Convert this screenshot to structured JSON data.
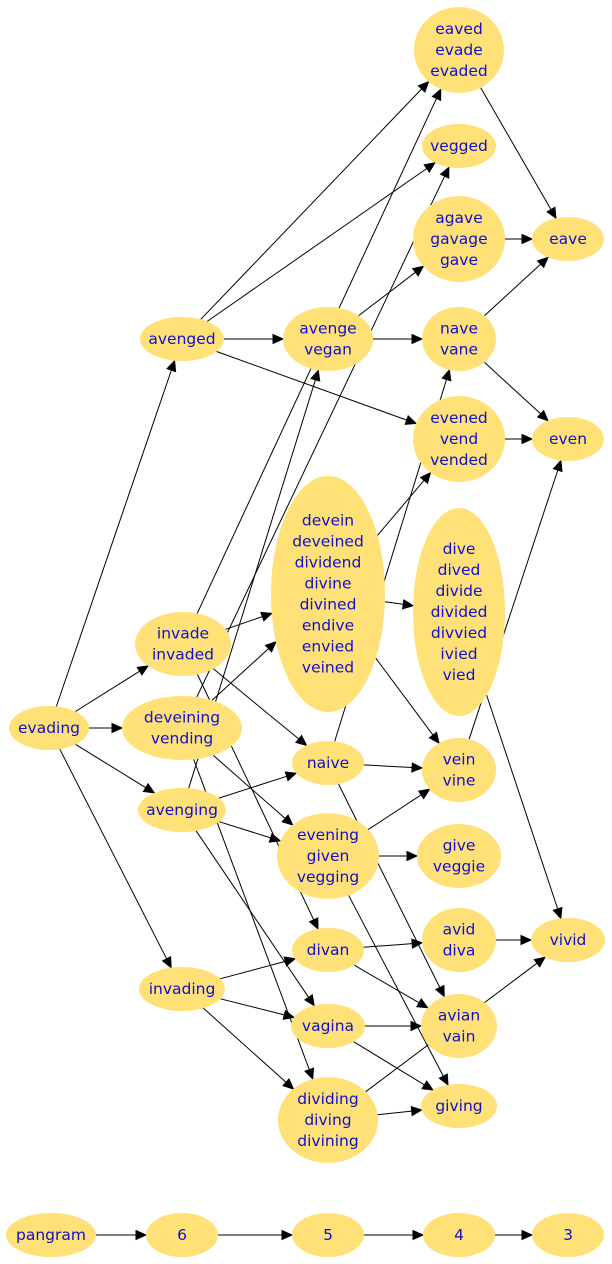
{
  "nodes": [
    {
      "id": "evading",
      "lines": [
        "evading"
      ]
    },
    {
      "id": "avenged",
      "lines": [
        "avenged"
      ]
    },
    {
      "id": "invade",
      "lines": [
        "invade",
        "invaded"
      ]
    },
    {
      "id": "deveining",
      "lines": [
        "deveining",
        "vending"
      ]
    },
    {
      "id": "avenging",
      "lines": [
        "avenging"
      ]
    },
    {
      "id": "invading",
      "lines": [
        "invading"
      ]
    },
    {
      "id": "eaved",
      "lines": [
        "eaved",
        "evade",
        "evaded"
      ]
    },
    {
      "id": "vegged",
      "lines": [
        "vegged"
      ]
    },
    {
      "id": "agave",
      "lines": [
        "agave",
        "gavage",
        "gave"
      ]
    },
    {
      "id": "avenge",
      "lines": [
        "avenge",
        "vegan"
      ]
    },
    {
      "id": "nave",
      "lines": [
        "nave",
        "vane"
      ]
    },
    {
      "id": "evened",
      "lines": [
        "evened",
        "vend",
        "vended"
      ]
    },
    {
      "id": "devein",
      "lines": [
        "devein",
        "deveined",
        "dividend",
        "divine",
        "divined",
        "endive",
        "envied",
        "veined"
      ]
    },
    {
      "id": "dive",
      "lines": [
        "dive",
        "dived",
        "divide",
        "divided",
        "divvied",
        "ivied",
        "vied"
      ]
    },
    {
      "id": "naive",
      "lines": [
        "naive"
      ]
    },
    {
      "id": "vein",
      "lines": [
        "vein",
        "vine"
      ]
    },
    {
      "id": "evening",
      "lines": [
        "evening",
        "given",
        "vegging"
      ]
    },
    {
      "id": "give",
      "lines": [
        "give",
        "veggie"
      ]
    },
    {
      "id": "divan",
      "lines": [
        "divan"
      ]
    },
    {
      "id": "avid",
      "lines": [
        "avid",
        "diva"
      ]
    },
    {
      "id": "vagina",
      "lines": [
        "vagina"
      ]
    },
    {
      "id": "avian",
      "lines": [
        "avian",
        "vain"
      ]
    },
    {
      "id": "dividing",
      "lines": [
        "dividing",
        "diving",
        "divining"
      ]
    },
    {
      "id": "giving",
      "lines": [
        "giving"
      ]
    },
    {
      "id": "eave",
      "lines": [
        "eave"
      ]
    },
    {
      "id": "even",
      "lines": [
        "even"
      ]
    },
    {
      "id": "vivid",
      "lines": [
        "vivid"
      ]
    },
    {
      "id": "pangram",
      "lines": [
        "pangram"
      ]
    },
    {
      "id": "n6",
      "lines": [
        "6"
      ]
    },
    {
      "id": "n5",
      "lines": [
        "5"
      ]
    },
    {
      "id": "n4",
      "lines": [
        "4"
      ]
    },
    {
      "id": "n3",
      "lines": [
        "3"
      ]
    }
  ],
  "edges": [
    [
      "evading",
      "avenged"
    ],
    [
      "evading",
      "invade"
    ],
    [
      "evading",
      "deveining"
    ],
    [
      "evading",
      "avenging"
    ],
    [
      "evading",
      "invading"
    ],
    [
      "avenged",
      "eaved"
    ],
    [
      "avenged",
      "vegged"
    ],
    [
      "avenged",
      "avenge"
    ],
    [
      "avenged",
      "evened"
    ],
    [
      "invade",
      "eaved"
    ],
    [
      "invade",
      "devein"
    ],
    [
      "invade",
      "naive"
    ],
    [
      "invade",
      "divan"
    ],
    [
      "deveining",
      "vegged"
    ],
    [
      "deveining",
      "devein"
    ],
    [
      "deveining",
      "evening"
    ],
    [
      "deveining",
      "dividing"
    ],
    [
      "avenging",
      "avenge"
    ],
    [
      "avenging",
      "naive"
    ],
    [
      "avenging",
      "evening"
    ],
    [
      "avenging",
      "vagina"
    ],
    [
      "invading",
      "divan"
    ],
    [
      "invading",
      "vagina"
    ],
    [
      "invading",
      "dividing"
    ],
    [
      "eaved",
      "eave"
    ],
    [
      "agave",
      "eave"
    ],
    [
      "avenge",
      "agave"
    ],
    [
      "avenge",
      "nave"
    ],
    [
      "nave",
      "eave"
    ],
    [
      "nave",
      "even"
    ],
    [
      "evened",
      "even"
    ],
    [
      "devein",
      "evened"
    ],
    [
      "devein",
      "dive"
    ],
    [
      "devein",
      "vein"
    ],
    [
      "dive",
      "vivid"
    ],
    [
      "naive",
      "nave"
    ],
    [
      "naive",
      "vein"
    ],
    [
      "naive",
      "avian"
    ],
    [
      "vein",
      "even"
    ],
    [
      "evening",
      "vein"
    ],
    [
      "evening",
      "give"
    ],
    [
      "evening",
      "giving"
    ],
    [
      "divan",
      "avid"
    ],
    [
      "divan",
      "avian"
    ],
    [
      "avid",
      "vivid"
    ],
    [
      "vagina",
      "avian"
    ],
    [
      "vagina",
      "giving"
    ],
    [
      "dividing",
      "giving"
    ],
    [
      "dividing",
      "vivid"
    ],
    [
      "pangram",
      "n6"
    ],
    [
      "n6",
      "n5"
    ],
    [
      "n5",
      "n4"
    ],
    [
      "n4",
      "n3"
    ]
  ],
  "colors": {
    "node_fill": "#ffe178",
    "label": "#1010cc",
    "edge": "#000000"
  }
}
